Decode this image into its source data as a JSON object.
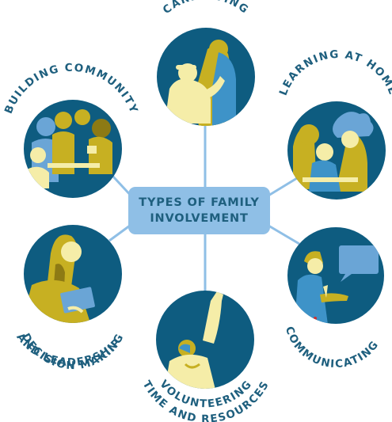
{
  "center": {
    "line1": "TYPES OF FAMILY",
    "line2": "INVOLVEMENT"
  },
  "nodes": [
    {
      "key": "caregiving",
      "label": "CAREGIVING"
    },
    {
      "key": "learning",
      "label": "LEARNING AT HOME"
    },
    {
      "key": "communicating",
      "label": "COMMUNICATING"
    },
    {
      "key": "volunteering",
      "label_line1": "VOLUNTEERING",
      "label_line2": "TIME AND RESOURCES"
    },
    {
      "key": "decision",
      "label_line1": "DECISION MAKING",
      "label_line2": "AND LEADERSHIP"
    },
    {
      "key": "community",
      "label": "BUILDING COMMUNITY"
    }
  ],
  "colors": {
    "circle": "#0e5c80",
    "connector": "#8fbfe6",
    "center_box": "#8fbfe6",
    "label_text": "#1e5f7e",
    "yellow": "#c7b022",
    "pale_yellow": "#f5eda8",
    "mid_blue": "#3e93c8",
    "light_blue": "#6aa5d6"
  },
  "icons": [
    "caregiving-illustration",
    "learning-at-home-illustration",
    "communicating-illustration",
    "volunteering-illustration",
    "decision-making-illustration",
    "building-community-illustration"
  ]
}
